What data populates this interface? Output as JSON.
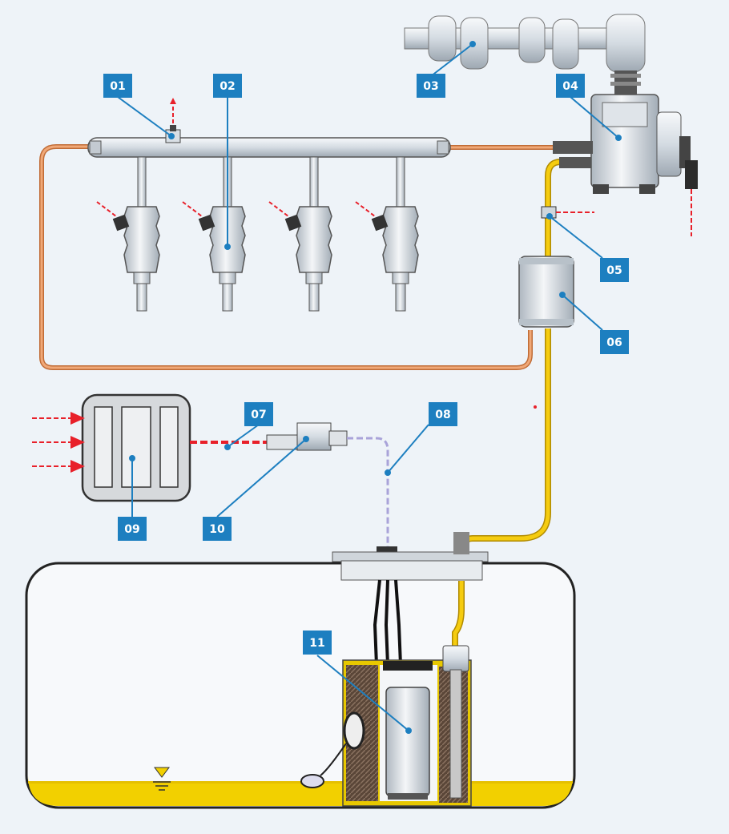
{
  "labels": {
    "l01": "01",
    "l02": "02",
    "l03": "03",
    "l04": "04",
    "l05": "05",
    "l06": "06",
    "l07": "07",
    "l08": "08",
    "l09": "09",
    "l10": "10",
    "l11": "11"
  },
  "colors": {
    "background": "#eef3f8",
    "label_box": "#1d7fc0",
    "return_line": "#e08a4e",
    "fuel_line": "#f2c200",
    "signal_line": "#e8202a",
    "sensor_line": "#a9a3d9",
    "fuel_level": "#f2d000"
  }
}
